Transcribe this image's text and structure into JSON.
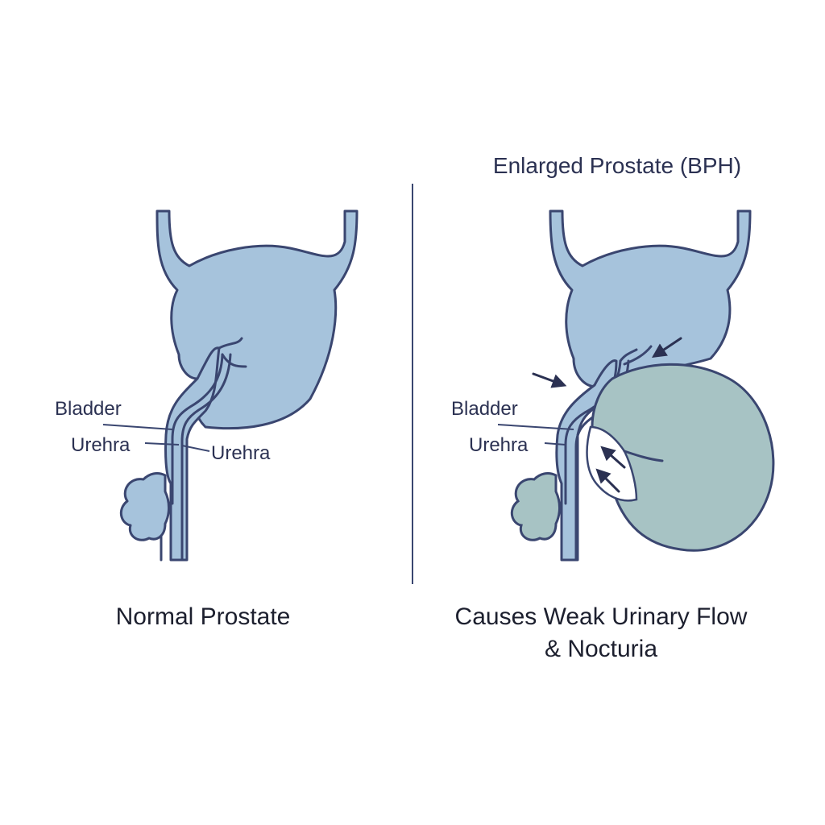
{
  "labels": {
    "enlarged_title": "Enlarged Prostate (BPH)",
    "left_bladder": "Bladder",
    "left_urethra_a": "Urehra",
    "left_urethra_b": "Urehra",
    "right_bladder": "Bladder",
    "right_urethra": "Urehra",
    "normal_caption": "Normal Prostate",
    "enlarged_caption_line1": "Causes Weak Urinary Flow",
    "enlarged_caption_line2": "& Nocturia"
  },
  "colors": {
    "bladder": "#a6c3dc",
    "prostate_enlarged": "#a7c3c4",
    "outline": "#3a4670",
    "text": "#2b3152"
  }
}
